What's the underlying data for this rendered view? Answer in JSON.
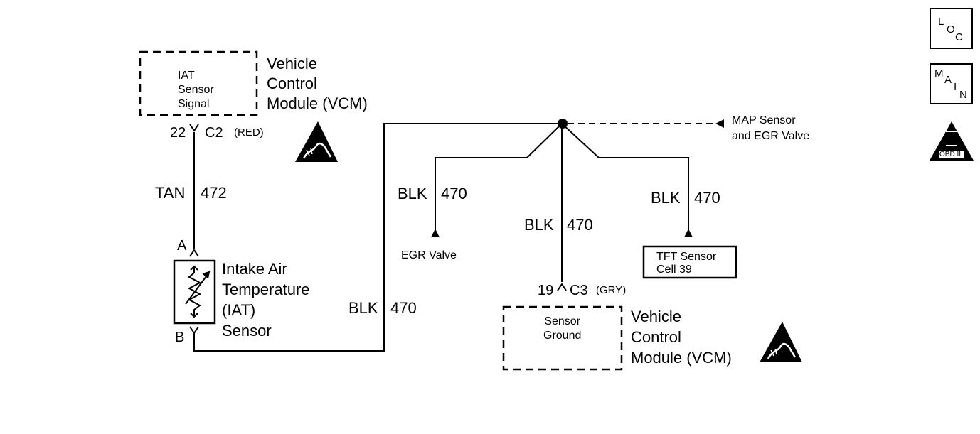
{
  "vcm_top": {
    "box_text": "IAT\nSensor\nSignal",
    "label": "Vehicle\nControl\nModule (VCM)",
    "pin": "22",
    "connector": "C2",
    "connector_color": "(RED)"
  },
  "vcm_bottom": {
    "box_text": "Sensor\nGround",
    "label": "Vehicle\nControl\nModule (VCM)",
    "pin": "19",
    "connector": "C3",
    "connector_color": "(GRY)"
  },
  "iat_sensor": {
    "label": "Intake Air\nTemperature\n(IAT)\nSensor",
    "pin_a": "A",
    "pin_b": "B"
  },
  "wires": {
    "tan": {
      "color": "TAN",
      "circuit": "472"
    },
    "blk_main": {
      "color": "BLK",
      "circuit": "470"
    },
    "blk_egr": {
      "color": "BLK",
      "circuit": "470"
    },
    "blk_vcm": {
      "color": "BLK",
      "circuit": "470"
    },
    "blk_tft": {
      "color": "BLK",
      "circuit": "470"
    }
  },
  "destinations": {
    "egr_valve": "EGR Valve",
    "map_egr": "MAP Sensor\nand EGR Valve",
    "tft": "TFT Sensor\nCell 39"
  },
  "nav": {
    "loc": [
      "L",
      "O",
      "C"
    ],
    "main": [
      "M",
      "A",
      "I",
      "N"
    ],
    "obd_mark": "II",
    "obd_label": "OBD II"
  },
  "icons": [
    "esd-warning-icon",
    "obd-ii-icon"
  ]
}
